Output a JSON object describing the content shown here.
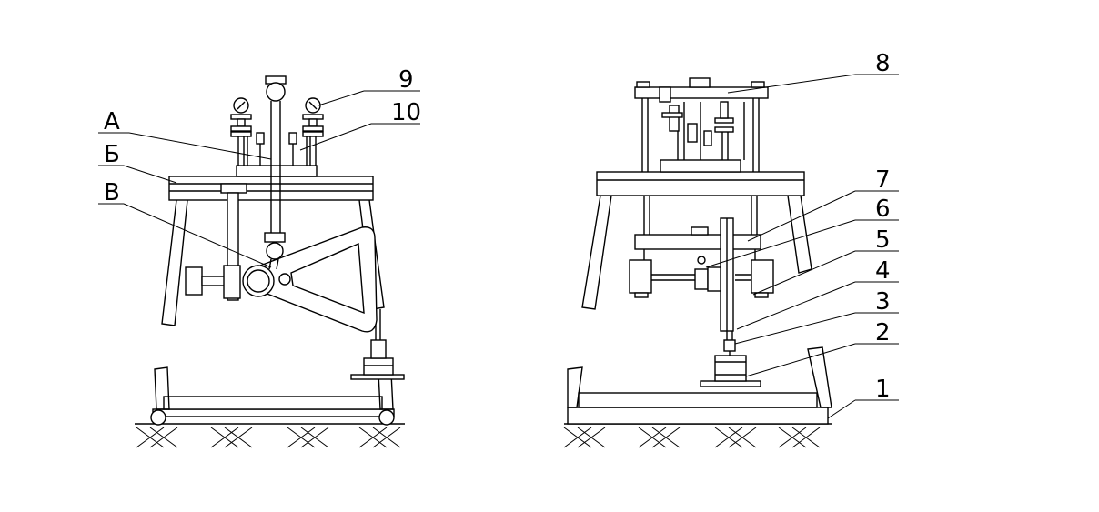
{
  "labels_left": [
    {
      "id": "A",
      "text": "А"
    },
    {
      "id": "B",
      "text": "Б"
    },
    {
      "id": "V",
      "text": "В"
    },
    {
      "id": "n9",
      "text": "9"
    },
    {
      "id": "n10",
      "text": "10"
    }
  ],
  "labels_right": [
    {
      "id": "n8",
      "text": "8"
    },
    {
      "id": "n7",
      "text": "7"
    },
    {
      "id": "n6",
      "text": "6"
    },
    {
      "id": "n5",
      "text": "5"
    },
    {
      "id": "n4",
      "text": "4"
    },
    {
      "id": "n3",
      "text": "3"
    },
    {
      "id": "n2",
      "text": "2"
    },
    {
      "id": "n1",
      "text": "1"
    }
  ]
}
